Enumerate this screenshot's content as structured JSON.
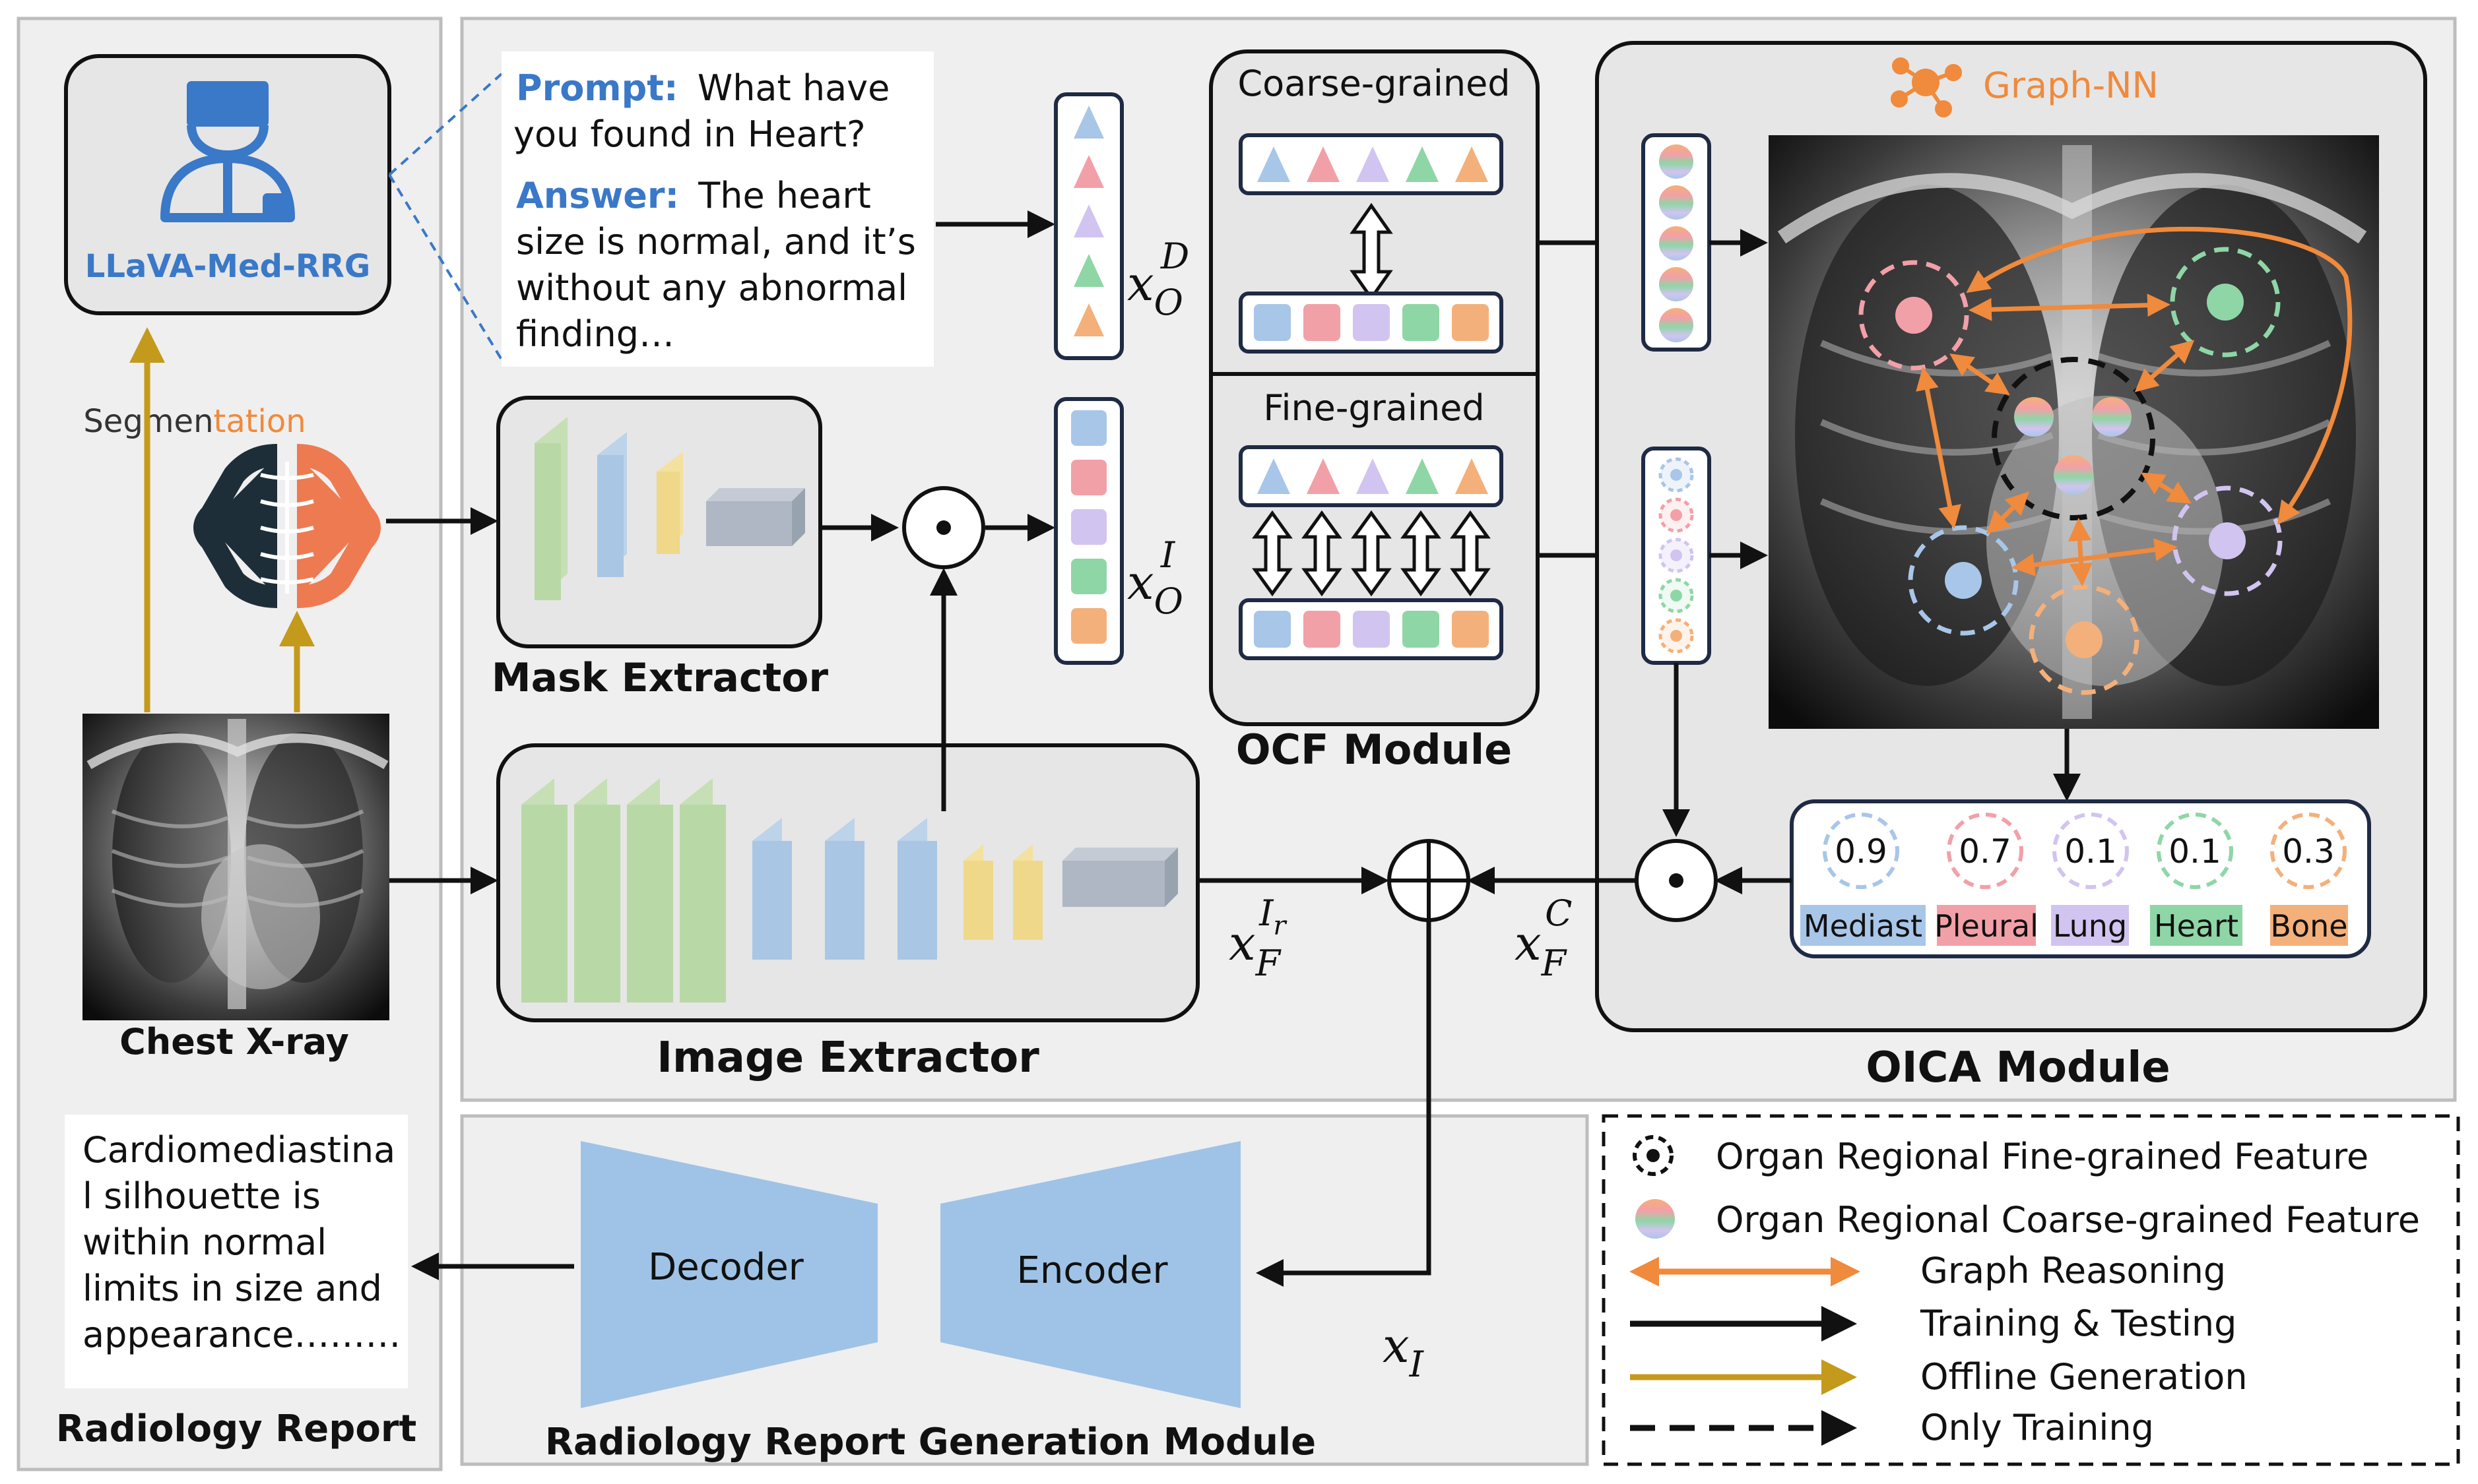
{
  "prompt": {
    "prompt_label": "Prompt:",
    "prompt_text_1": "What have",
    "prompt_text_2": "you found in Heart?",
    "answer_label": "Answer:",
    "answer_text_1": "The heart",
    "answer_text_2": "size is normal, and it’s",
    "answer_text_3": "without any abnormal",
    "answer_text_4": "finding…"
  },
  "llava": {
    "label": "LLaVA-Med-RRG"
  },
  "segmentation": {
    "label_part1": "Segmen",
    "label_part2": "tation"
  },
  "mask_extractor": {
    "label": "Mask Extractor"
  },
  "image_extractor": {
    "label": "Image Extractor"
  },
  "chest_xray": {
    "label": "Chest X-ray"
  },
  "ocf": {
    "label": "OCF Module",
    "coarse_label": "Coarse-grained",
    "fine_label": "Fine-grained"
  },
  "oica": {
    "label": "OICA Module",
    "graph_label": "Graph-NN"
  },
  "math": {
    "xo": "x",
    "xo_sub": "O",
    "xo_sup_d": "D",
    "xo_sup_i": "I",
    "xf": "x",
    "xf_sub": "F",
    "xf_sup_ir": "I",
    "xf_sup_ir_sub": "r",
    "xf_sup_c": "C",
    "xi": "x",
    "xi_sub": "I"
  },
  "scores": [
    {
      "value": "0.9",
      "organ": "Mediast"
    },
    {
      "value": "0.7",
      "organ": "Pleural"
    },
    {
      "value": "0.1",
      "organ": "Lung"
    },
    {
      "value": "0.1",
      "organ": "Heart"
    },
    {
      "value": "0.3",
      "organ": "Bone"
    }
  ],
  "report": {
    "lines": [
      "Cardiomediastina",
      "l silhouette is",
      "within normal",
      "limits in size and",
      "appearance………"
    ],
    "title": "Radiology Report"
  },
  "generation": {
    "decoder": "Decoder",
    "encoder": "Encoder",
    "title": "Radiology Report Generation Module"
  },
  "legend": {
    "items": [
      "Organ Regional Fine-grained Feature",
      "Organ Regional Coarse-grained Feature",
      "Graph Reasoning",
      "Training & Testing",
      "Offline Generation",
      "Only Training"
    ]
  },
  "colors": {
    "mediast": "#a8c6e8",
    "pleural": "#f2a0a8",
    "lung": "#d2c4f0",
    "heart": "#8fd6a6",
    "bone": "#f4b07a",
    "orange_arrow": "#f08a3c",
    "gold_arrow": "#c49a1c",
    "blue_text": "#3a78c8"
  }
}
